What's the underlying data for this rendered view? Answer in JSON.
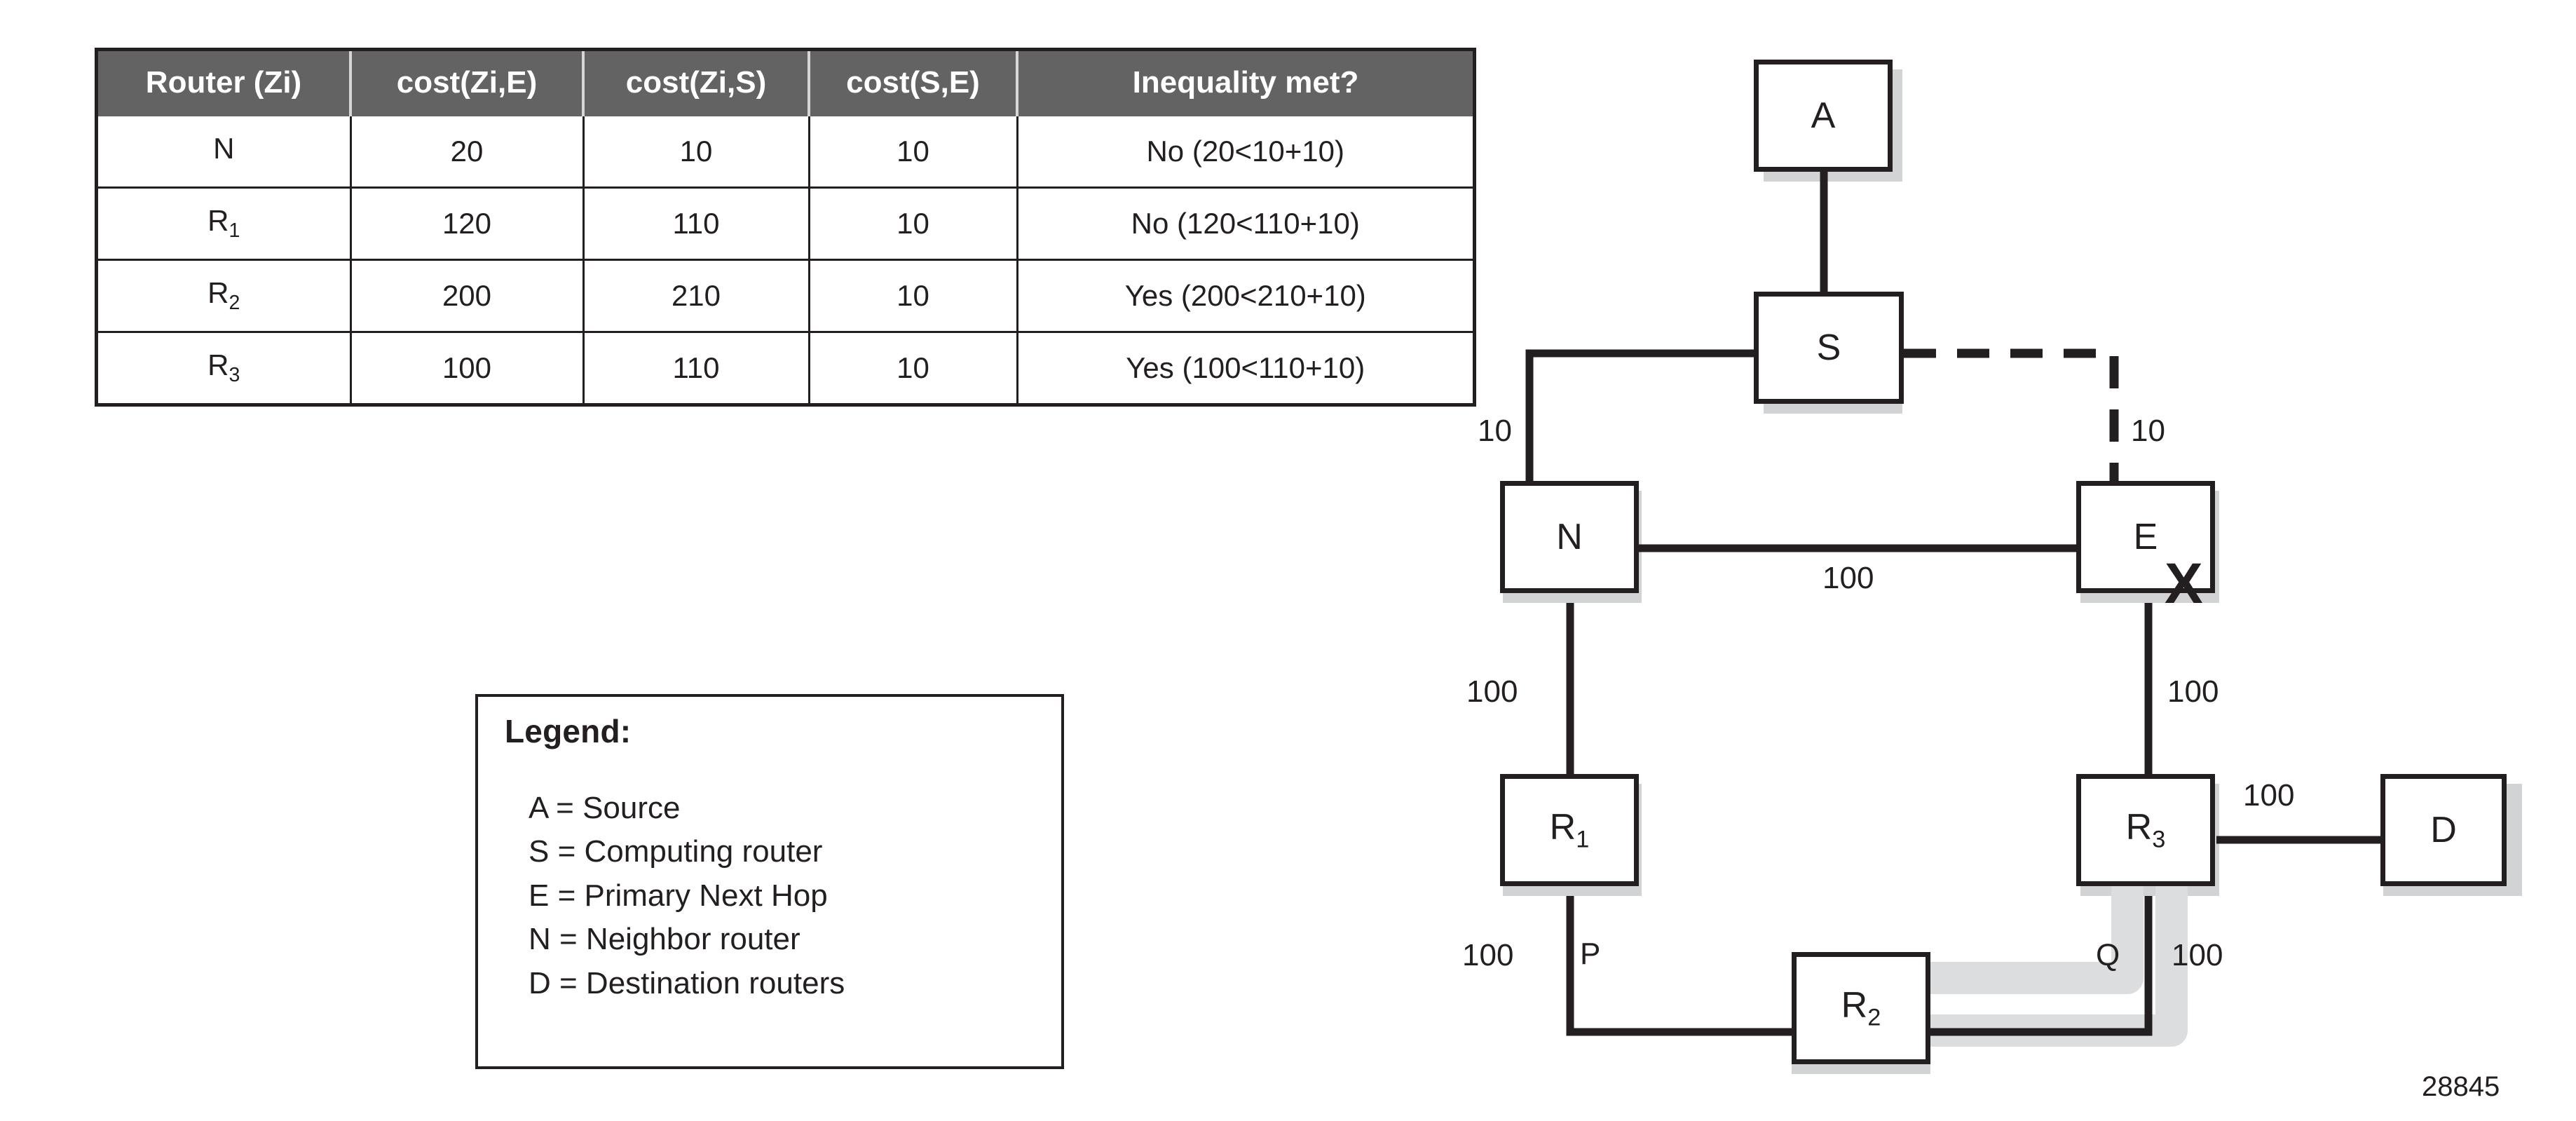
{
  "table": {
    "columns": [
      "Router (Zi)",
      "cost(Zi,E)",
      "cost(Zi,S)",
      "cost(S,E)",
      "Inequality met?"
    ],
    "rows": [
      {
        "router": "N",
        "router_base": "N",
        "router_sub": "",
        "cost_zi_e": "20",
        "cost_zi_s": "10",
        "cost_s_e": "10",
        "inequality": "No (20<10+10)"
      },
      {
        "router": "R1",
        "router_base": "R",
        "router_sub": "1",
        "cost_zi_e": "120",
        "cost_zi_s": "110",
        "cost_s_e": "10",
        "inequality": "No (120<110+10)"
      },
      {
        "router": "R2",
        "router_base": "R",
        "router_sub": "2",
        "cost_zi_e": "200",
        "cost_zi_s": "210",
        "cost_s_e": "10",
        "inequality": "Yes (200<210+10)"
      },
      {
        "router": "R3",
        "router_base": "R",
        "router_sub": "3",
        "cost_zi_e": "100",
        "cost_zi_s": "110",
        "cost_s_e": "10",
        "inequality": "Yes (100<110+10)"
      }
    ]
  },
  "legend": {
    "title": "Legend:",
    "entries": [
      "A = Source",
      "S = Computing router",
      "E = Primary Next Hop",
      "N = Neighbor router",
      "D = Destination routers"
    ]
  },
  "diagram": {
    "nodes": [
      {
        "id": "A",
        "base": "A",
        "sub": ""
      },
      {
        "id": "S",
        "base": "S",
        "sub": ""
      },
      {
        "id": "N",
        "base": "N",
        "sub": ""
      },
      {
        "id": "E",
        "base": "E",
        "sub": ""
      },
      {
        "id": "R1",
        "base": "R",
        "sub": "1"
      },
      {
        "id": "R3",
        "base": "R",
        "sub": "3"
      },
      {
        "id": "D",
        "base": "D",
        "sub": ""
      },
      {
        "id": "R2",
        "base": "R",
        "sub": "2"
      }
    ],
    "edges": [
      {
        "from": "A",
        "to": "S",
        "cost": "",
        "style": "solid"
      },
      {
        "from": "S",
        "to": "N",
        "cost": "10",
        "style": "solid"
      },
      {
        "from": "S",
        "to": "E",
        "cost": "10",
        "style": "dashed"
      },
      {
        "from": "N",
        "to": "E",
        "cost": "100",
        "style": "solid"
      },
      {
        "from": "N",
        "to": "R1",
        "cost": "100",
        "style": "solid"
      },
      {
        "from": "E",
        "to": "R3",
        "cost": "100",
        "style": "solid"
      },
      {
        "from": "R3",
        "to": "D",
        "cost": "100",
        "style": "solid"
      },
      {
        "from": "R1",
        "to": "R2",
        "cost": "100",
        "style": "solid"
      },
      {
        "from": "R2",
        "to": "R3",
        "cost": "100",
        "style": "solid",
        "highlight": true
      }
    ],
    "labels": {
      "cost_s_n": "10",
      "cost_s_e": "10",
      "cost_n_e": "100",
      "cost_n_r1": "100",
      "cost_e_r3": "100",
      "cost_r3_d": "100",
      "cost_r1_r2": "100",
      "cost_r2_r3": "100",
      "point_p": "P",
      "point_q": "Q",
      "failure_mark": "X"
    },
    "colors": {
      "line": "#231f20",
      "shadow": "#d2d3d5",
      "highlight": "#dcdddf",
      "header_gray": "#636363"
    }
  },
  "figure_number": "28845"
}
